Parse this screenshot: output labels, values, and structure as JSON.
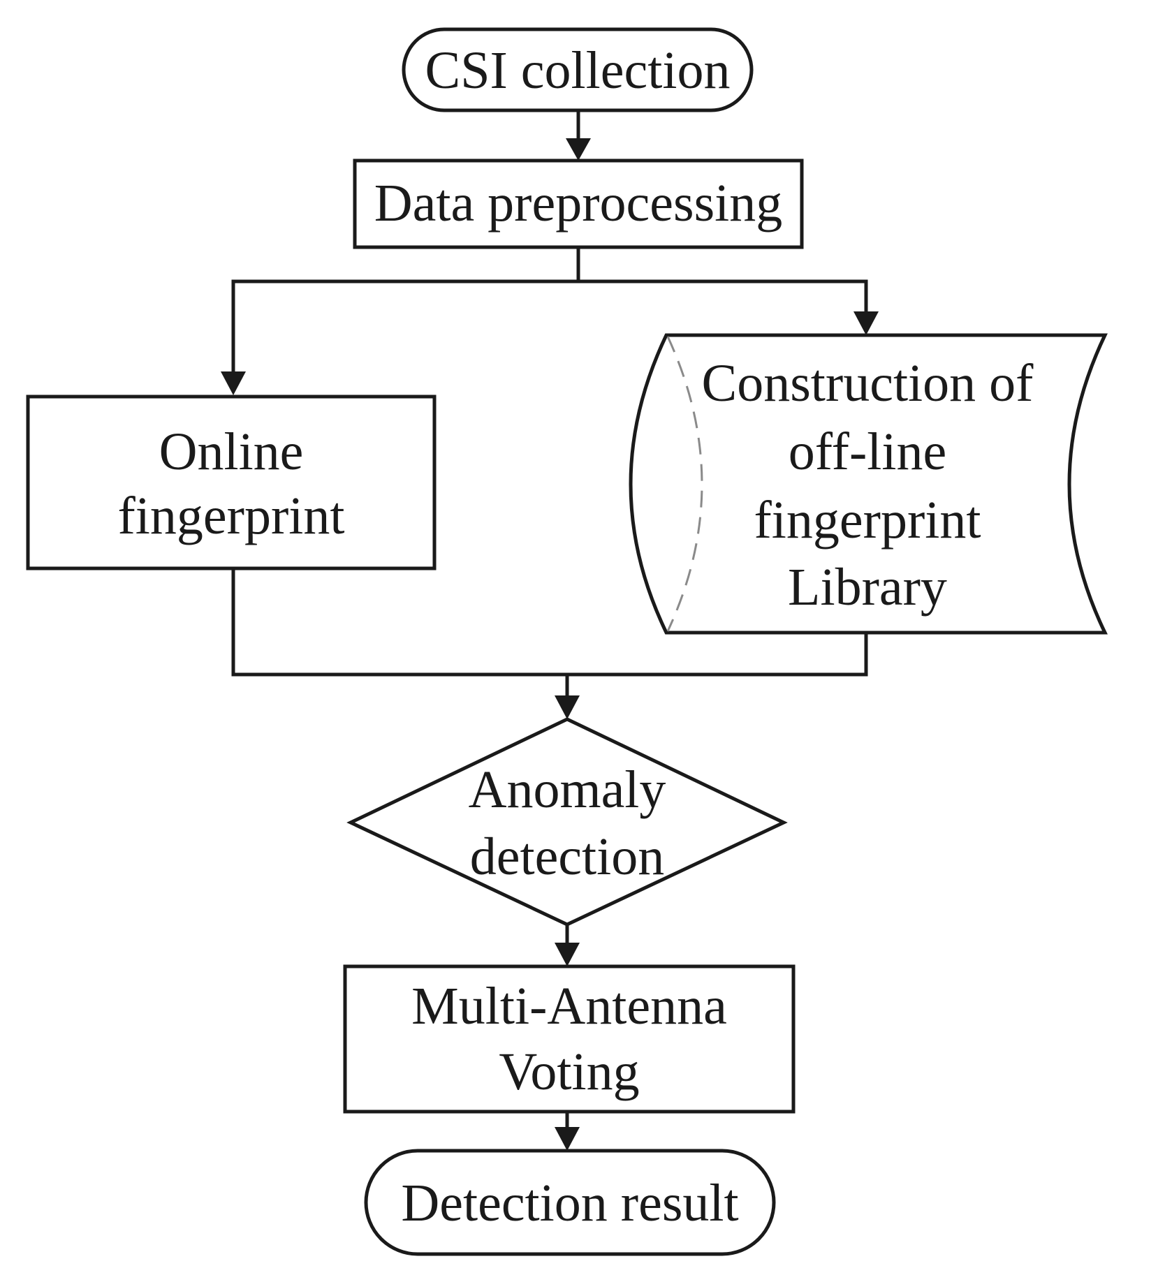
{
  "nodes": {
    "csi_collection": {
      "label": "CSI collection"
    },
    "data_preprocessing": {
      "label": "Data preprocessing"
    },
    "online_fingerprint": {
      "lines": [
        "Online",
        "fingerprint"
      ]
    },
    "offline_library": {
      "lines": [
        "Construction of",
        "off-line",
        "fingerprint",
        "Library"
      ]
    },
    "anomaly_detection": {
      "lines": [
        "Anomaly",
        "detection"
      ]
    },
    "multi_antenna_voting": {
      "lines": [
        "Multi-Antenna",
        "Voting"
      ]
    },
    "detection_result": {
      "label": "Detection result"
    }
  },
  "colors": {
    "stroke": "#1a1a1a",
    "text": "#1a1a1a",
    "dashed_edge": "#8a8a8a",
    "background": "#ffffff"
  }
}
